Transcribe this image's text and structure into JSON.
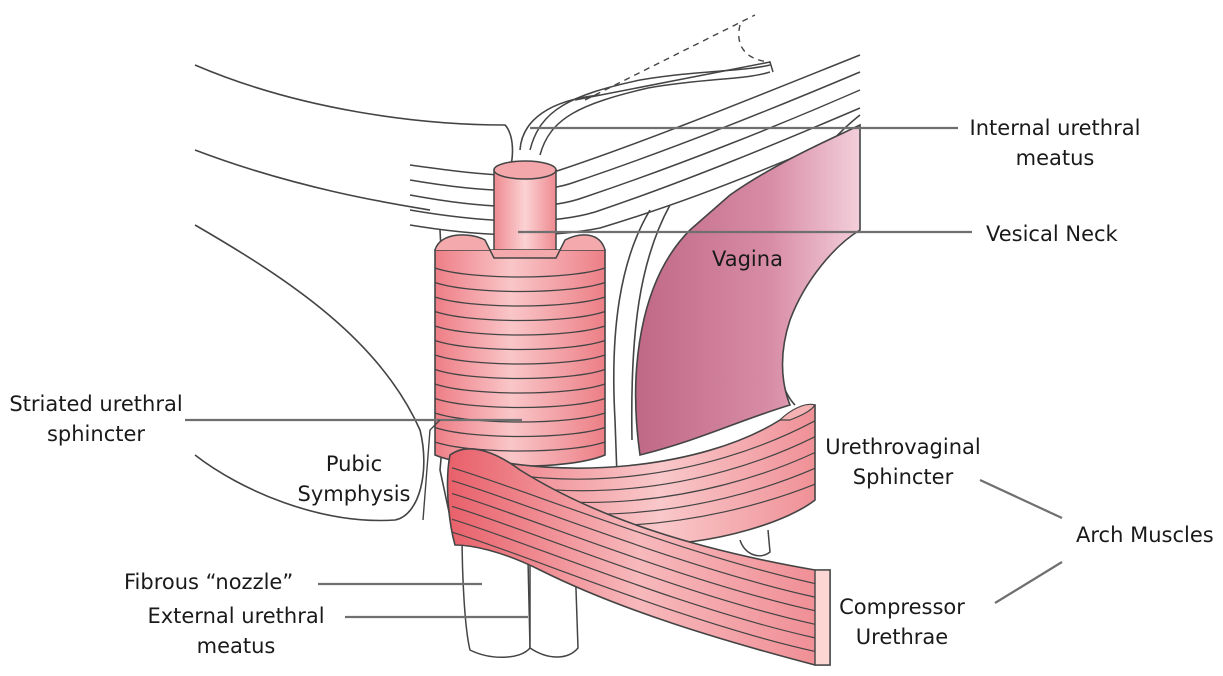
{
  "labels": {
    "internal_meatus": [
      "Internal urethral",
      "meatus"
    ],
    "vesical_neck": "Vesical Neck",
    "vagina": "Vagina",
    "striated_sphincter": [
      "Striated urethral",
      "sphincter"
    ],
    "pubic_symphysis": [
      "Pubic",
      "Symphysis"
    ],
    "urethrovaginal_sphincter": [
      "Urethrovaginal",
      "Sphincter"
    ],
    "arch_muscles": "Arch Muscles",
    "fibrous_nozzle": "Fibrous “nozzle”",
    "external_meatus": [
      "External urethral",
      "meatus"
    ],
    "compressor_urethrae": [
      "Compressor",
      "Urethrae"
    ]
  },
  "colors": {
    "muscle": "#f08a8f",
    "muscle_light": "#f7c0c2",
    "muscle_dark": "#e06b72",
    "vagina": "#cf7b98",
    "vagina_light": "#f1c9d5",
    "outline": "#444444",
    "leader": "#707070"
  }
}
